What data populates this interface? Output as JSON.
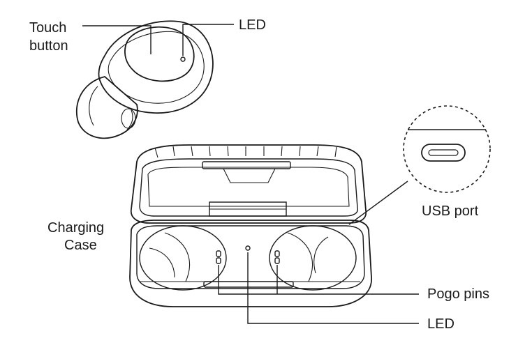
{
  "labels": {
    "touch_button_line1": "Touch",
    "touch_button_line2": "button",
    "led_earbud": "LED",
    "usb_port": "USB port",
    "charging_case_line1": "Charging",
    "charging_case_line2": "Case",
    "pogo_pins": "Pogo pins",
    "led_case": "LED"
  }
}
